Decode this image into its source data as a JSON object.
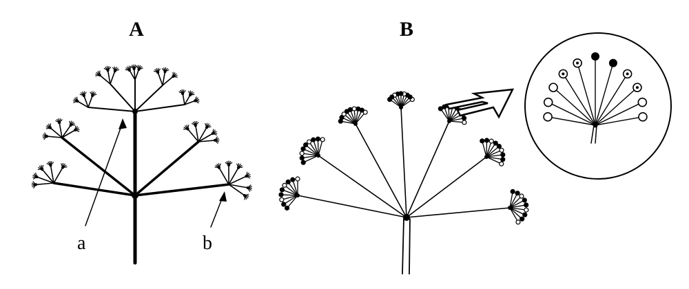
{
  "panels": {
    "a_title": "A",
    "b_title": "B"
  },
  "annotations": {
    "label_a": "a",
    "label_b": "b"
  },
  "colors": {
    "ink": "#000000",
    "background": "#ffffff"
  },
  "inset": {
    "floret_states": [
      "open",
      "open",
      "open",
      "ringed",
      "ringed",
      "filled",
      "filled",
      "ringed",
      "ringed",
      "open",
      "open"
    ]
  }
}
